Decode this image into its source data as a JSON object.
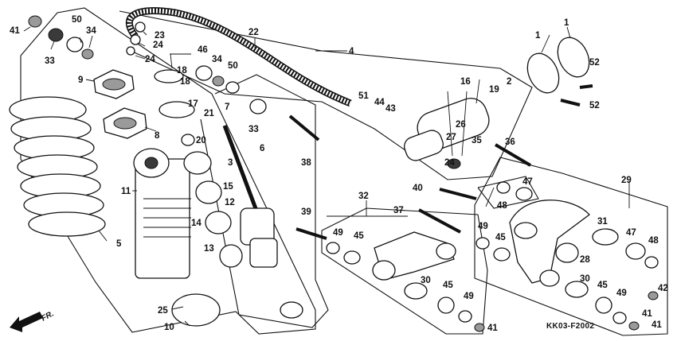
{
  "labels": {
    "c1": "1",
    "c2": "1",
    "c3": "2",
    "c4": "3",
    "c5": "4",
    "c6": "5",
    "c7": "6",
    "c8": "7",
    "c9": "8",
    "c10": "9",
    "c11": "10",
    "c12": "11",
    "c13": "12",
    "c14": "13",
    "c15": "14",
    "c16": "15",
    "c17": "16",
    "c18": "17",
    "c19": "18",
    "c20": "18",
    "c21": "19",
    "c22": "20",
    "c23": "21",
    "c24": "22",
    "c25": "23",
    "c26": "24",
    "c27": "24",
    "c28": "24",
    "c29": "25",
    "c30": "26",
    "c31": "27",
    "c32": "28",
    "c33": "29",
    "c34": "30",
    "c35": "30",
    "c36": "31",
    "c37": "32",
    "c38": "33",
    "c39": "33",
    "c40": "34",
    "c41": "34",
    "c42": "35",
    "c43": "36",
    "c44": "37",
    "c45": "38",
    "c46": "39",
    "c47": "40",
    "c48": "41",
    "c49": "41",
    "c50": "41",
    "c51": "41",
    "c52": "42",
    "c53": "43",
    "c54": "44",
    "c55": "45",
    "c56": "45",
    "c57": "45",
    "c58": "45",
    "c59": "46",
    "c60": "47",
    "c61": "47",
    "c62": "48",
    "c63": "48",
    "c64": "49",
    "c65": "49",
    "c66": "49",
    "c67": "49",
    "c68": "50",
    "c69": "50",
    "c70": "51",
    "c71": "52",
    "c72": "52"
  },
  "direction_marker": "FR.",
  "diagram_code": "KK03-F2002"
}
